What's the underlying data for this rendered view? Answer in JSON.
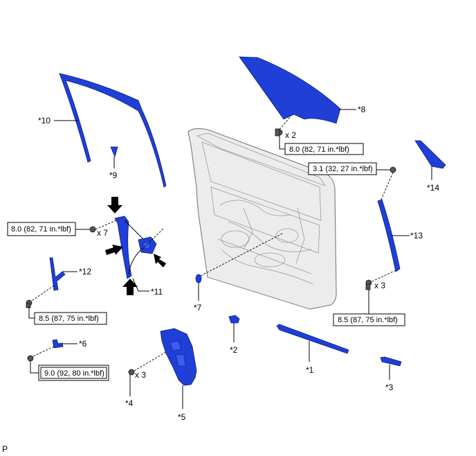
{
  "callouts": {
    "c1": "*1",
    "c2": "*2",
    "c3": "*3",
    "c4": "*4",
    "c5": "*5",
    "c6": "*6",
    "c7": "*7",
    "c8": "*8",
    "c9": "*9",
    "c10": "*10",
    "c11": "*11",
    "c12": "*12",
    "c13": "*13",
    "c14": "*14"
  },
  "quantities": {
    "q_glass": "x 2",
    "q_regulator": "x 7",
    "q_rear": "x 3",
    "q_clip": "x 3"
  },
  "torques": {
    "t_glass": "8.0 (82, 71 in.*lbf)",
    "t_regulator": "8.0 (82, 71 in.*lbf)",
    "t_rear_upper": "3.1 (32, 27 in.*lbf)",
    "t_rear_lower": "8.5 (87, 75 in.*lbf)",
    "t_frame": "8.5 (87, 75 in.*lbf)",
    "t_latch": "9.0 (92, 80 in.*lbf)"
  },
  "corner_mark": "P",
  "colors": {
    "part": "#1f3fd6",
    "door": "#ececec"
  }
}
